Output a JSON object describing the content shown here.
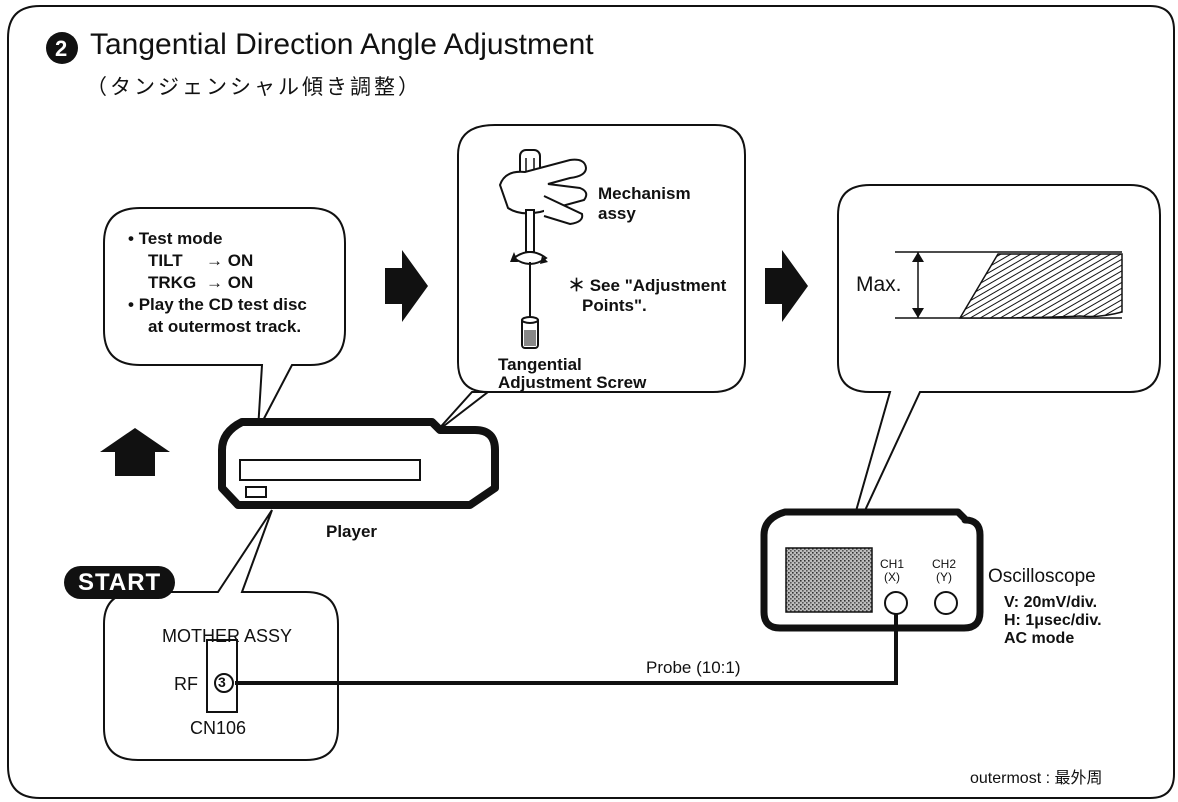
{
  "title": {
    "number": "2",
    "text": "Tangential Direction Angle Adjustment",
    "subtitle": "（タンジェンシャル傾き調整）"
  },
  "test_bubble": {
    "item1": "Test mode",
    "tilt_label": "TILT",
    "tilt_value": "→ ON",
    "trkg_label": "TRKG",
    "trkg_value": "→ ON",
    "item2_line1": "Play the CD test disc",
    "item2_line2": "at outermost track."
  },
  "mechanism_bubble": {
    "mechanism_line1": "Mechanism",
    "mechanism_line2": "assy",
    "note_line1": "＊ See \"Adjustment",
    "note_line2": "Points\".",
    "screw_line1": "Tangential",
    "screw_line2": "Adjustment Screw"
  },
  "scope_bubble": {
    "max_label": "Max."
  },
  "player": {
    "label": "Player"
  },
  "start_badge": "START",
  "mother_bubble": {
    "title": "MOTHER ASSY",
    "rf_label": "RF",
    "pin": "3",
    "connector": "CN106"
  },
  "probe_label": "Probe (10:1)",
  "oscilloscope": {
    "ch1_line1": "CH1",
    "ch1_line2": "(X)",
    "ch2_line1": "CH2",
    "ch2_line2": "(Y)",
    "name": "Oscilloscope",
    "v_setting": "V: 20mV/div.",
    "h_setting": "H: 1μsec/div.",
    "mode": "AC mode"
  },
  "footnote": "outermost : 最外周",
  "colors": {
    "ink": "#111111",
    "paper": "#ffffff",
    "screen": "#8c8c8c"
  }
}
